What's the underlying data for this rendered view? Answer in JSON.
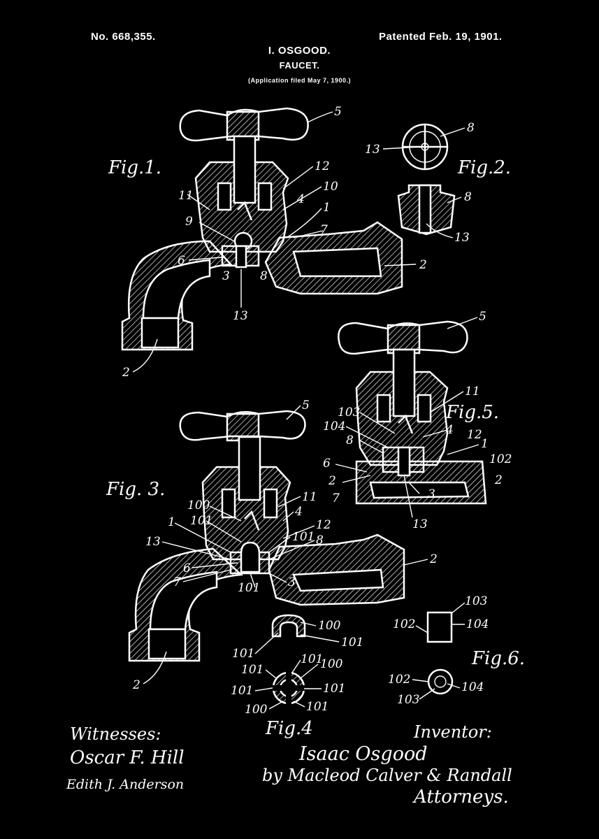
{
  "header": {
    "number": "No. 668,355.",
    "patented": "Patented Feb. 19, 1901.",
    "inventor_name": "I. OSGOOD.",
    "title": "FAUCET.",
    "application": "(Application filed May 7, 1900.)"
  },
  "figures": {
    "fig1": "Fig.1.",
    "fig2": "Fig.2.",
    "fig3": "Fig. 3.",
    "fig4": "Fig.4",
    "fig5": "Fig.5.",
    "fig6": "Fig.6."
  },
  "reference_numerals": {
    "fig1": [
      "5",
      "12",
      "10",
      "11",
      "4",
      "1",
      "9",
      "7",
      "6",
      "3",
      "8",
      "2",
      "13",
      "2"
    ],
    "fig2": [
      "8",
      "13",
      "8",
      "13"
    ],
    "fig3": [
      "5",
      "100",
      "11",
      "1",
      "101",
      "4",
      "13",
      "12",
      "101",
      "8",
      "6",
      "7",
      "101",
      "3",
      "2",
      "2"
    ],
    "fig4": [
      "100",
      "101",
      "101",
      "101",
      "101",
      "100",
      "101",
      "101",
      "100",
      "101"
    ],
    "fig5": [
      "5",
      "11",
      "103",
      "104",
      "4",
      "12",
      "8",
      "1",
      "6",
      "102",
      "2",
      "2",
      "7",
      "3",
      "13"
    ],
    "fig6": [
      "103",
      "102",
      "104",
      "102",
      "104",
      "103"
    ]
  },
  "footer": {
    "witnesses_label": "Witnesses:",
    "witness1": "Oscar F. Hill",
    "witness2": "Edith J. Anderson",
    "inventor_label": "Inventor:",
    "inventor_signature": "Isaac Osgood",
    "attorneys_line": "by Macleod Calver & Randall",
    "attorneys_label": "Attorneys."
  },
  "colors": {
    "background": "#000000",
    "ink": "#ffffff"
  }
}
